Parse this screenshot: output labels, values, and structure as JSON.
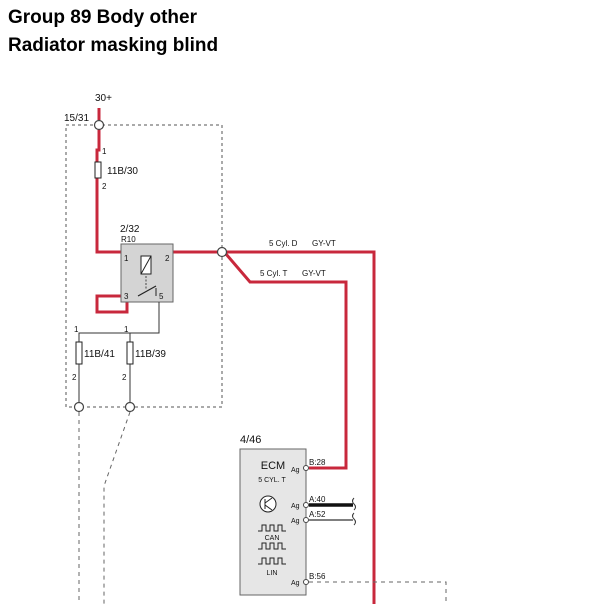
{
  "header": {
    "line1": "Group 89 Body other",
    "line2": "Radiator masking blind"
  },
  "colors": {
    "wire": "#c8283c",
    "outline": "#555555",
    "component_fill": "#d4d4d4",
    "box_fill": "#e6e6e6"
  },
  "supply": {
    "label": "30+"
  },
  "zone": {
    "label": "15/31"
  },
  "fuse_main": {
    "label": "11B/30",
    "pin1": "1",
    "pin2": "2"
  },
  "relay": {
    "id": "2/32",
    "ref": "R10",
    "pin1": "1",
    "pin2": "2",
    "pin3": "3",
    "pin5": "5"
  },
  "wires": {
    "d": {
      "label": "5 Cyl. D",
      "color_code": "GY-VT"
    },
    "t": {
      "label": "5 Cyl. T",
      "color_code": "GY-VT"
    }
  },
  "fuse_left": {
    "label": "11B/41",
    "pin1": "1",
    "pin2": "2"
  },
  "fuse_right": {
    "label": "11B/39",
    "pin1": "1",
    "pin2": "2"
  },
  "ecm": {
    "id": "4/46",
    "title": "ECM",
    "subtitle": "5 CYL. T",
    "can_label": "CAN",
    "lin_label": "LIN",
    "ag": "Ag",
    "pins": [
      "B:28",
      "A:40",
      "A:52",
      "B:56"
    ]
  }
}
